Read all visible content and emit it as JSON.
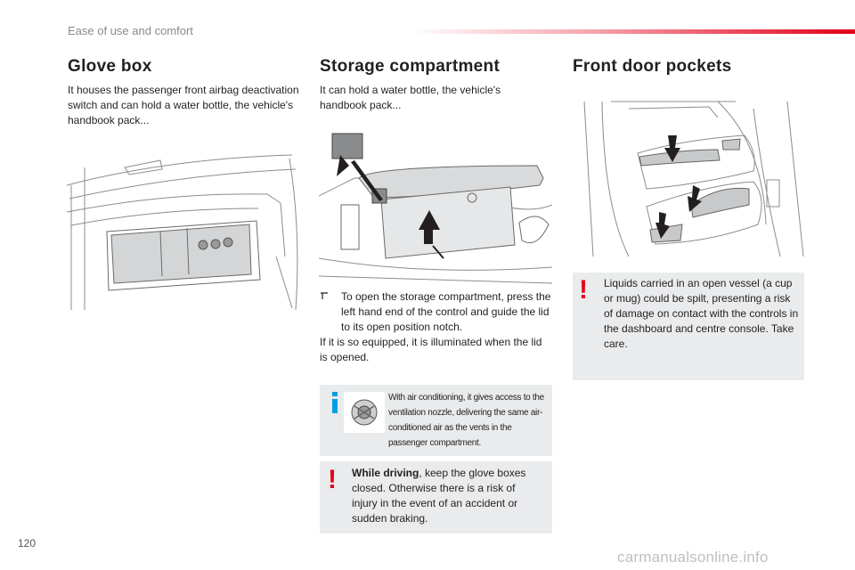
{
  "header": {
    "section": "Ease of use and comfort"
  },
  "glove_box": {
    "title": "Glove box",
    "text": "It houses the passenger front airbag deactivation switch and can hold a water bottle, the vehicle's handbook pack..."
  },
  "storage": {
    "title": "Storage compartment",
    "text": "It can hold a water bottle, the vehicle's handbook pack...",
    "bullet_icon": "open-square-bullet",
    "instruction": "To open the storage compartment, press the left hand end of the control and guide the lid to its open position notch.",
    "note": "If it is so equipped, it is illuminated when the lid is opened.",
    "info_text": "With air conditioning, it gives access to the ventilation nozzle, delivering the same air-conditioned air as the vents in the passenger compartment.",
    "warning_bold": "While driving",
    "warning_text": ", keep the glove boxes closed. Otherwise there is a risk of injury in the event of an accident or sudden braking."
  },
  "door": {
    "title": "Front door pockets",
    "warning_text": "Liquids carried in an open vessel (a cup or mug) could be spilt, presenting a risk of damage on contact with the controls in the dashboard and centre console. Take care."
  },
  "footer": {
    "page_number": "120",
    "watermark": "carmanualsonline.info"
  },
  "colors": {
    "accent_red": "#e2001a",
    "info_blue": "#009fe3",
    "box_grey": "#e9ebec"
  }
}
